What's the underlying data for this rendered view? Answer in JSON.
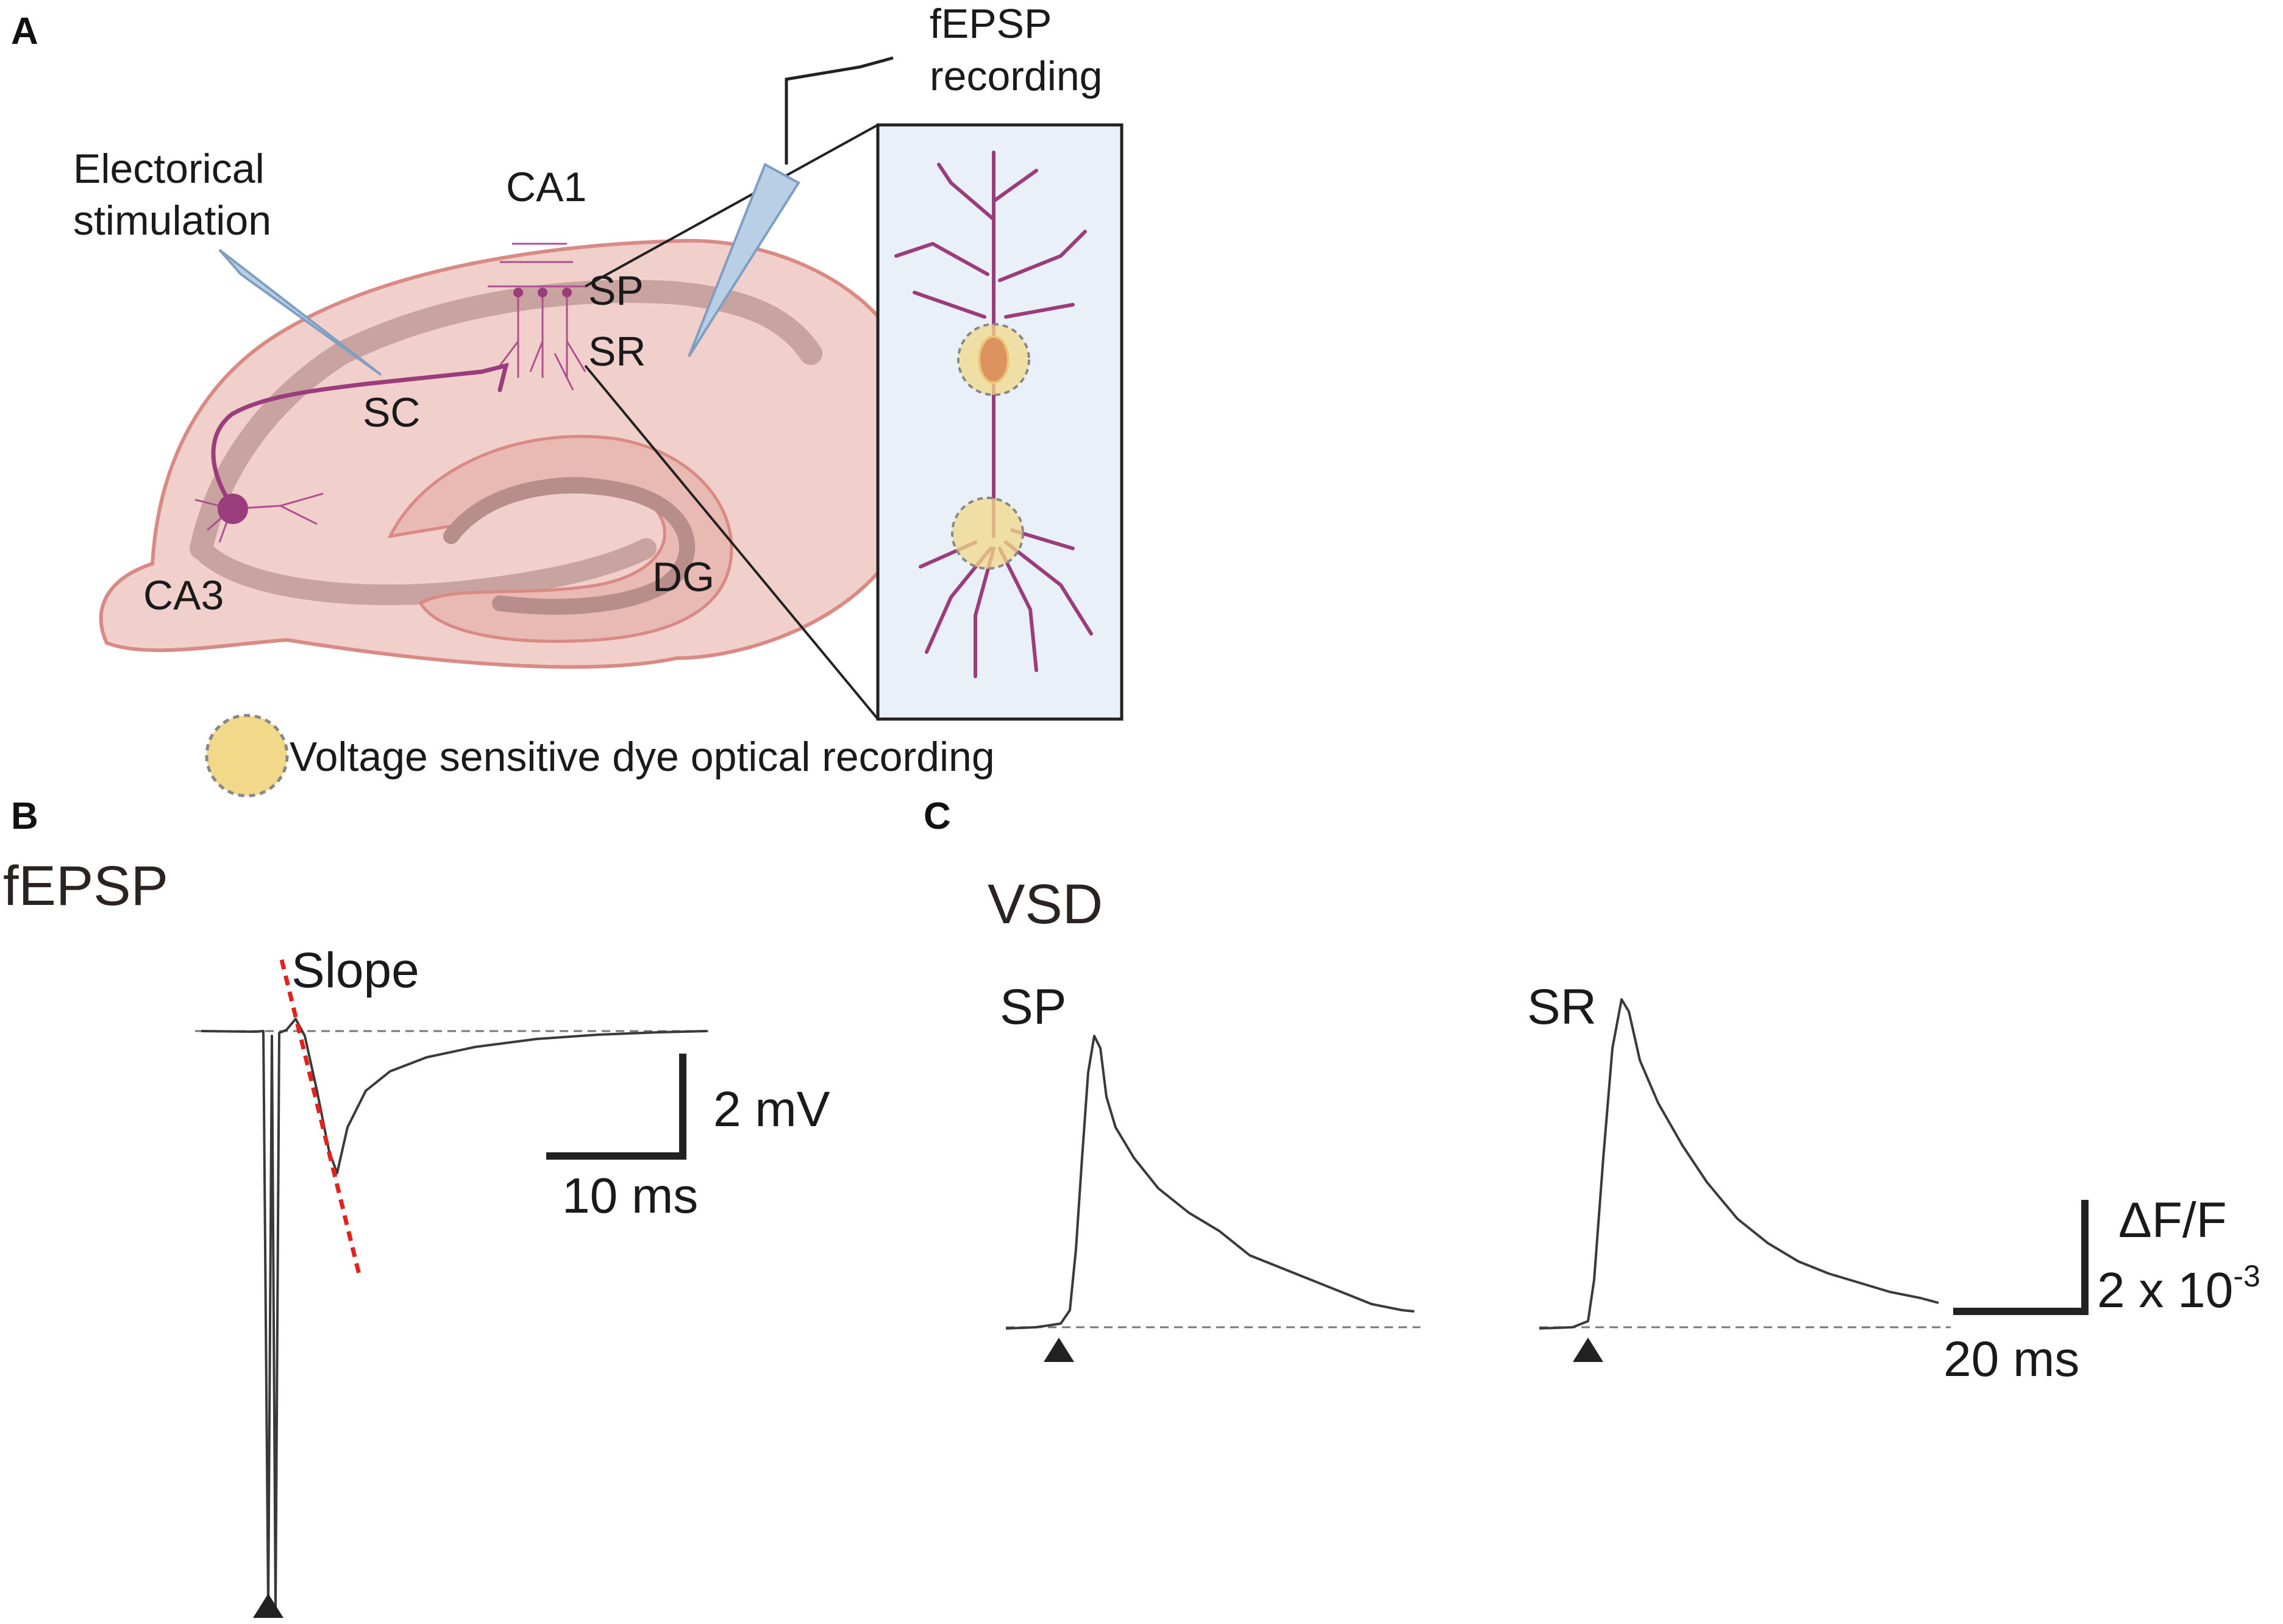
{
  "panel_a": {
    "letter": "A",
    "stim_label_line1": "Electorical",
    "stim_label_line2": "stimulation",
    "rec_label_line1": "fEPSP",
    "rec_label_line2": "recording",
    "region_ca1": "CA1",
    "region_ca3": "CA3",
    "region_dg": "DG",
    "layer_sp": "SP",
    "layer_sr": "SR",
    "pathway_sc": "SC",
    "legend_text": "Voltage sensitive dye optical recording",
    "colors": {
      "tissue": "#f1d0cc",
      "tissue_outline": "#d98a84",
      "cell_layer": "#c9a3a0",
      "neuron": "#9b3d7d",
      "electrode": "#b9cfe6",
      "roi_fill": "#f2d98a",
      "inset_bg": "#eaf0f7"
    }
  },
  "panel_b": {
    "letter": "B",
    "title": "fEPSP",
    "slope_label": "Slope",
    "scale_y_label": "2 mV",
    "scale_x_label": "10 ms",
    "slope_color": "#e0241b"
  },
  "panel_c": {
    "letter": "C",
    "title": "VSD",
    "trace_sp_label": "SP",
    "trace_sr_label": "SR",
    "scale_y_label_line1": "ΔF/F",
    "scale_y_label_line2": "2 x 10",
    "scale_y_exponent": "-3",
    "scale_x_label": "20 ms"
  }
}
